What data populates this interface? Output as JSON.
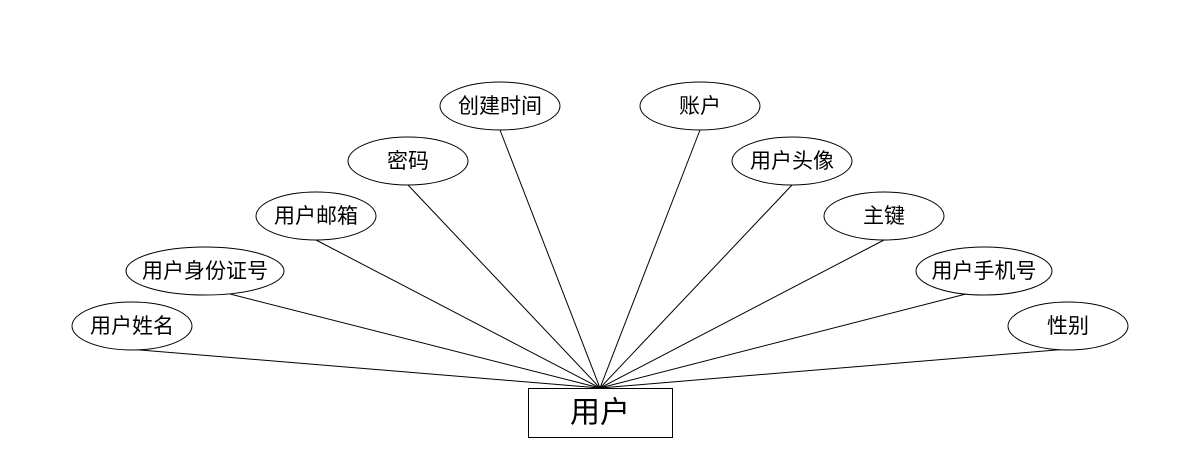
{
  "entity": {
    "label": "用户"
  },
  "attributes": [
    {
      "id": "name",
      "label": "用户姓名"
    },
    {
      "id": "idcard",
      "label": "用户身份证号"
    },
    {
      "id": "email",
      "label": "用户邮箱"
    },
    {
      "id": "password",
      "label": "密码"
    },
    {
      "id": "created",
      "label": "创建时间"
    },
    {
      "id": "account",
      "label": "账户"
    },
    {
      "id": "avatar",
      "label": "用户头像"
    },
    {
      "id": "pk",
      "label": "主键"
    },
    {
      "id": "phone",
      "label": "用户手机号"
    },
    {
      "id": "gender",
      "label": "性别"
    }
  ]
}
